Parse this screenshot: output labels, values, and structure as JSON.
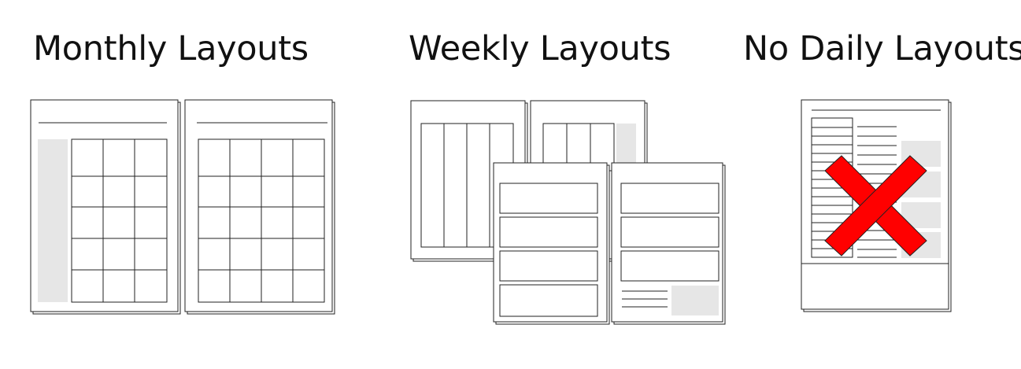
{
  "headings": {
    "monthly": "Monthly Layouts",
    "weekly": "Weekly Layouts",
    "daily": "No Daily Layouts"
  },
  "colors": {
    "line": "#222222",
    "fill_grey": "#e6e6e6",
    "cross": "#ff0000"
  }
}
